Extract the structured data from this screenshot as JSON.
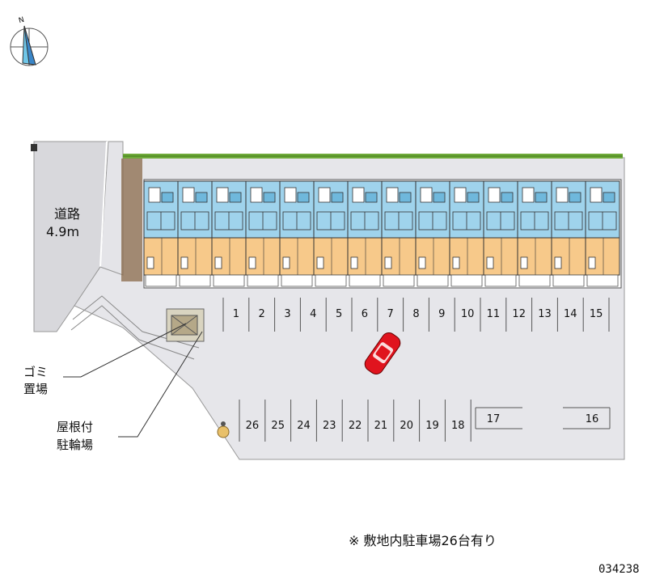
{
  "road": {
    "name": "道路",
    "width": "4.9m"
  },
  "labels": {
    "garbage": [
      "ゴミ",
      "置場"
    ],
    "bicycle": [
      "屋根付",
      "駐輪場"
    ]
  },
  "compass": {
    "north": "N"
  },
  "parking_top": [
    "1",
    "2",
    "3",
    "4",
    "5",
    "6",
    "7",
    "8",
    "9",
    "10",
    "11",
    "12",
    "13",
    "14",
    "15"
  ],
  "parking_bottom": [
    "26",
    "25",
    "24",
    "23",
    "22",
    "21",
    "20",
    "19",
    "18"
  ],
  "parking_right": [
    "17",
    "16"
  ],
  "note": "※ 敷地内駐車場26台有り",
  "code": "034238",
  "colors": {
    "road": "#d8d8dc",
    "lot": "#e6e6ea",
    "hedge": "#6faa3a",
    "building_blue": "#9fd3ec",
    "building_orange": "#f7c98a",
    "car": "#e0141e"
  }
}
